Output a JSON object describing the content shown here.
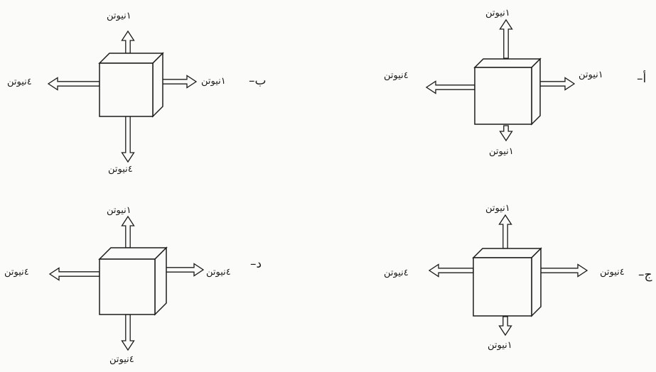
{
  "panels": [
    {
      "key": "a",
      "label": "أ–",
      "forces": {
        "up": "١نيوتن",
        "right": "١نيوتن",
        "left": "٤نيوتن",
        "down": "١نيوتن"
      }
    },
    {
      "key": "b",
      "label": "ب–",
      "forces": {
        "up": "١نيوتن",
        "right": "١نيوتن",
        "left": "٤نيوتن",
        "down": "٤نيوتن"
      }
    },
    {
      "key": "c",
      "label": "ج–",
      "forces": {
        "up": "١نيوتن",
        "right": "٤نيوتن",
        "left": "٤نيوتن",
        "down": "١نيوتن"
      }
    },
    {
      "key": "d",
      "label": "د–",
      "forces": {
        "up": "١نيوتن",
        "right": "٤نيوتن",
        "left": "٤نيوتن",
        "down": "٤نيوتن"
      }
    }
  ],
  "colors": {
    "ink": "#1c1c1c",
    "paper": "#fbfbf9"
  }
}
